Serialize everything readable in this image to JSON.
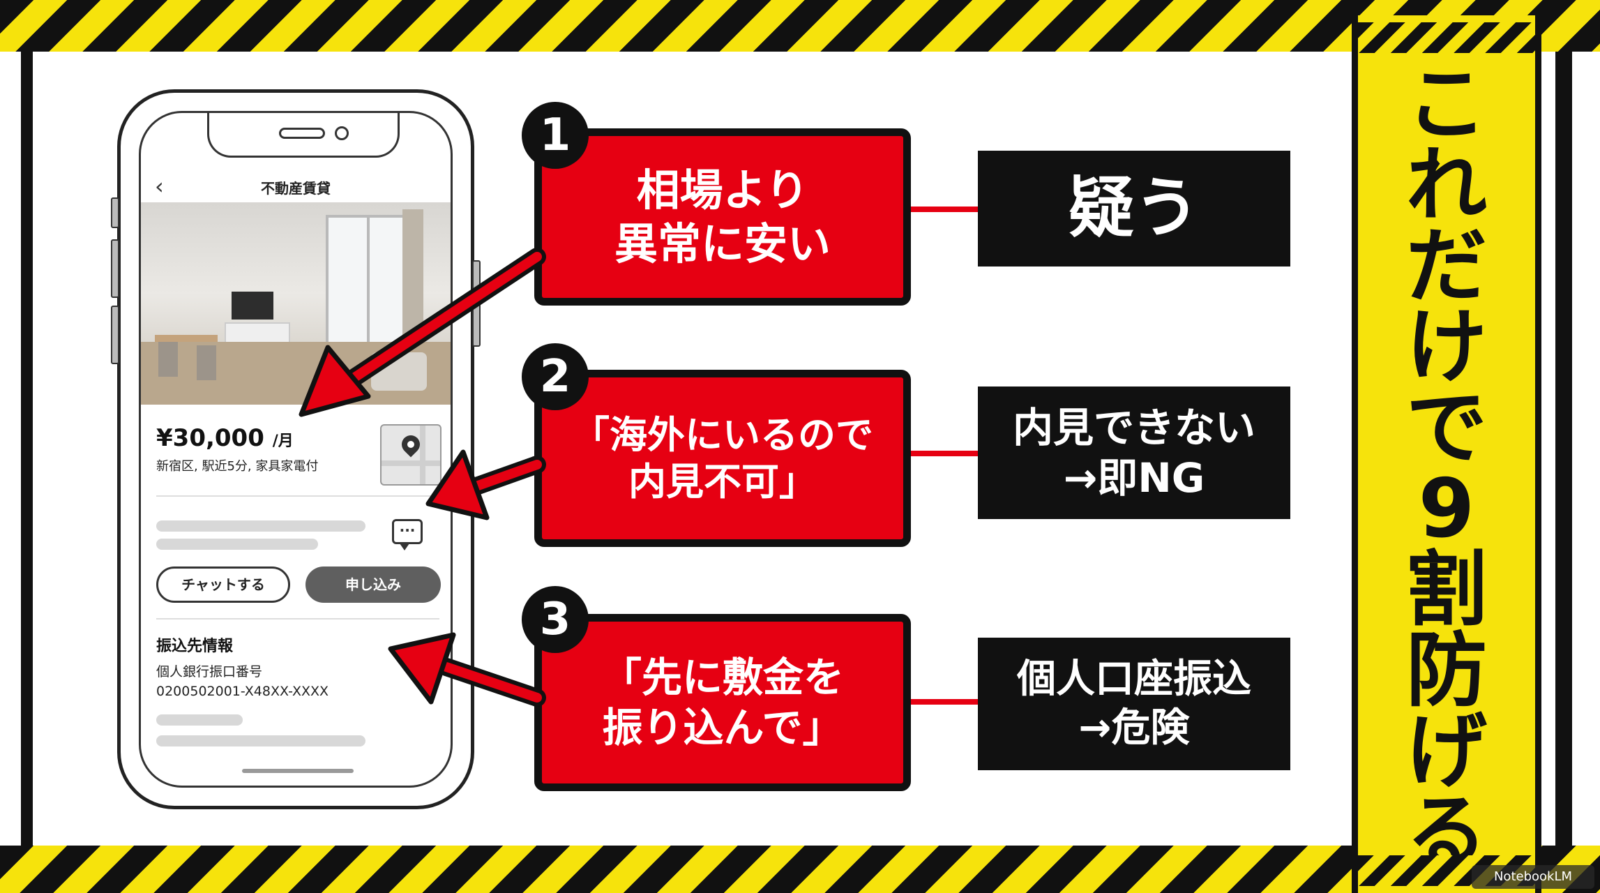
{
  "phone": {
    "app_title": "不動産賃貸",
    "back_icon": "chevron-left-icon",
    "price": "¥30,000",
    "price_unit": "/月",
    "address": "新宿区, 駅近5分, 家具家電付",
    "map_icon": "map-pin-icon",
    "chat_icon": "chat-bubble-icon",
    "chat_button_label": "チャットする",
    "apply_button_label": "申し込み",
    "bank_heading": "振込先情報",
    "bank_name": "個人銀行振口番号",
    "bank_number": "0200502001-X48XX-XXXX"
  },
  "warnings": [
    {
      "number": "1",
      "red_lines": [
        "相場より",
        "異常に安い"
      ],
      "black_lines": [
        "疑う"
      ]
    },
    {
      "number": "2",
      "red_lines": [
        "「海外にいるので",
        "内見不可」"
      ],
      "black_lines": [
        "内見できない",
        "→即NG"
      ]
    },
    {
      "number": "3",
      "red_lines": [
        "「先に敷金を",
        "振り込んで」"
      ],
      "black_lines": [
        "個人口座振込",
        "→危険"
      ]
    }
  ],
  "banner": {
    "chars": [
      "こ",
      "れ",
      "だ",
      "け",
      "で",
      "9",
      "割",
      "防",
      "げ",
      "る"
    ]
  },
  "watermark": "NotebookLM",
  "colors": {
    "hazard_yellow": "#f6e30c",
    "hazard_black": "#111111",
    "warning_red": "#e60012"
  }
}
